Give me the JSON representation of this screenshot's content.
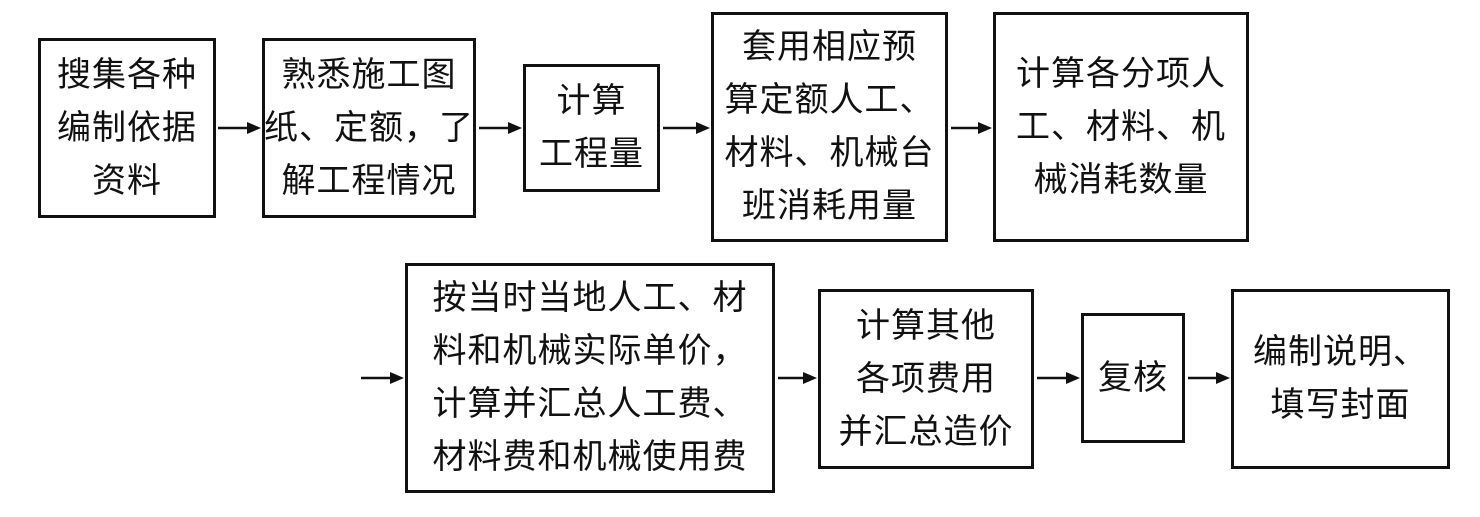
{
  "flowchart": {
    "steps": [
      {
        "id": "collect",
        "lines": [
          "搜集各种",
          "编制依据",
          "资料"
        ]
      },
      {
        "id": "familiarize",
        "lines": [
          "熟悉施工图",
          "纸、定额，了",
          "解工程情况"
        ]
      },
      {
        "id": "quantity",
        "lines": [
          "计算",
          "工程量"
        ]
      },
      {
        "id": "apply-norms",
        "lines": [
          "套用相应预",
          "算定额人工、",
          "材料、机械台",
          "班消耗用量"
        ]
      },
      {
        "id": "consumption",
        "lines": [
          "计算各分项人",
          "工、材料、机",
          "械消耗数量"
        ]
      },
      {
        "id": "prices",
        "lines": [
          "按当时当地人工、材",
          "料和机械实际单价，",
          "计算并汇总人工费、",
          "材料费和机械使用费"
        ]
      },
      {
        "id": "other-costs",
        "lines": [
          "计算其他",
          "各项费用",
          "并汇总造价"
        ]
      },
      {
        "id": "review",
        "lines": [
          "复核"
        ]
      },
      {
        "id": "finalize",
        "lines": [
          "编制说明、",
          "填写封面"
        ]
      }
    ],
    "connections": [
      [
        "collect",
        "familiarize"
      ],
      [
        "familiarize",
        "quantity"
      ],
      [
        "quantity",
        "apply-norms"
      ],
      [
        "apply-norms",
        "consumption"
      ],
      [
        "consumption",
        "prices"
      ],
      [
        "prices",
        "other-costs"
      ],
      [
        "other-costs",
        "review"
      ],
      [
        "review",
        "finalize"
      ]
    ],
    "colors": {
      "stroke": "#111111",
      "background": "#ffffff"
    }
  }
}
